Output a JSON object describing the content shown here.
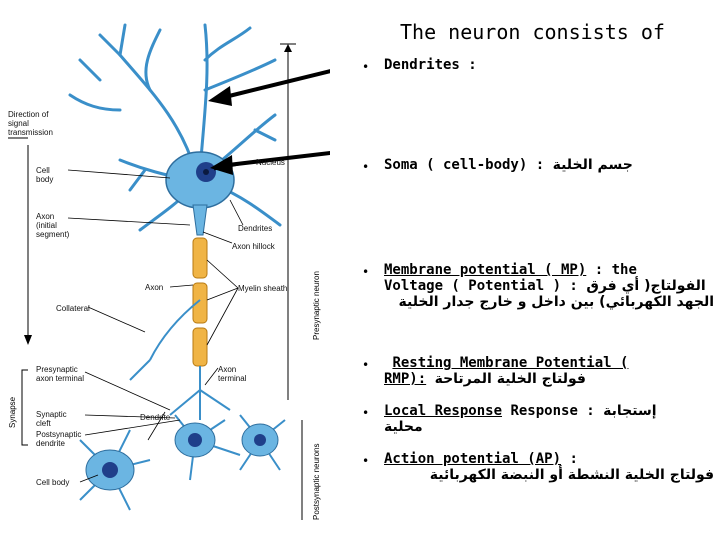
{
  "title": "The neuron consists of",
  "bullets": [
    {
      "en": "Dendrites :",
      "ar": ""
    },
    {
      "en": "Soma ( cell-body) :",
      "ar": "جسم الخلية"
    },
    {
      "en_u": "Membrane potential ( MP)",
      "en": " : the",
      "line2": "Voltage ( Potential ) :",
      "ar2": "الفولتاج( أي فرق",
      "ar3": "الجهد الكهربائي) بين داخل و خارج جدار الخلية"
    },
    {
      "en_u": "Resting Membrane Potential (",
      "line2_u": "RMP):",
      "ar2": "فولتاج الخلية المرتاحة"
    },
    {
      "en_u": "Local Response",
      "en": " Response :",
      "ar": "إستجابة",
      "ar2": "محلية"
    },
    {
      "en_u": "Action potential (AP)",
      "en": " :",
      "ar2": "فولتاج الخلية النشطة أو النبضة الكهربائية"
    }
  ],
  "diagram": {
    "direction_label": [
      "Direction of",
      "signal",
      "transmission"
    ],
    "cell_body": [
      "Cell",
      "body"
    ],
    "nucleus": "Nucleus",
    "axon_initial": [
      "Axon",
      "(initial",
      "segment)"
    ],
    "dendrites": "Dendrites",
    "axon_hillock": "Axon hillock",
    "axon": "Axon",
    "myelin_sheath": "Myelin sheath",
    "collateral": "Collateral",
    "presynaptic_terminal": [
      "Presynaptic",
      "axon terminal"
    ],
    "axon_terminal": [
      "Axon",
      "terminal"
    ],
    "synaptic_cleft": [
      "Synaptic",
      "cleft"
    ],
    "postsynaptic_dendrite": [
      "Postsynaptic",
      "dendrite"
    ],
    "dendrite": "Dendrite",
    "cell_body2": "Cell body",
    "synapse": "Synapse",
    "presynaptic_neuron": "Presynaptic neuron",
    "postsynaptic_neurons": "Postsynaptic neurons"
  }
}
